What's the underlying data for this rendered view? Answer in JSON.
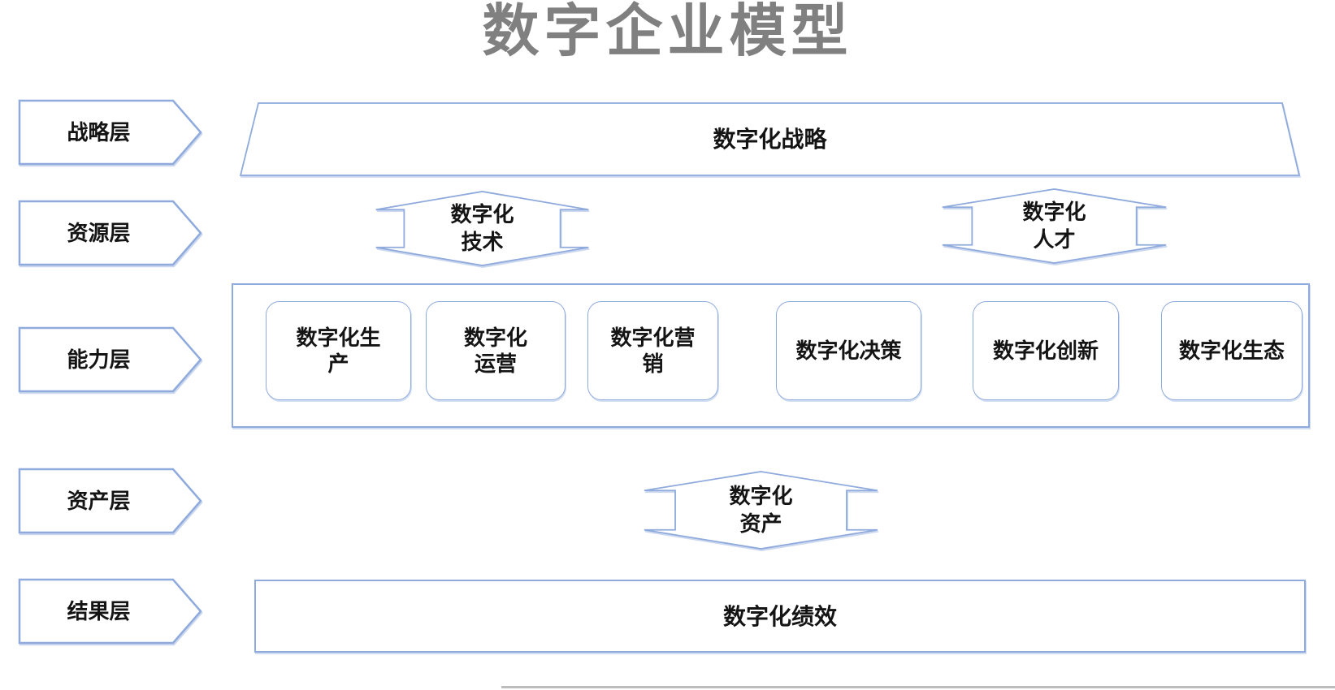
{
  "title": "数字企业模型",
  "colors": {
    "border": "#8FAADC",
    "title": "#808080",
    "text": "#141414",
    "edge": "#BDBDBD",
    "canvas_bg": "#FFFFFF"
  },
  "layers": [
    {
      "id": "strategy",
      "label": "战略层"
    },
    {
      "id": "resource",
      "label": "资源层"
    },
    {
      "id": "capability",
      "label": "能力层"
    },
    {
      "id": "asset",
      "label": "资产层"
    },
    {
      "id": "result",
      "label": "结果层"
    }
  ],
  "bands": {
    "strategy": {
      "label": "数字化战略"
    },
    "result": {
      "label": "数字化绩效"
    }
  },
  "resource_arrows": [
    {
      "label": "数字化\n技术"
    },
    {
      "label": "数字化\n人才"
    }
  ],
  "asset_arrow": {
    "label": "数字化\n资产"
  },
  "capabilities": [
    {
      "label": "数字化生\n产"
    },
    {
      "label": "数字化\n运营"
    },
    {
      "label": "数字化营\n销"
    },
    {
      "label": "数字化决策"
    },
    {
      "label": "数字化创新"
    },
    {
      "label": "数字化生态"
    }
  ]
}
